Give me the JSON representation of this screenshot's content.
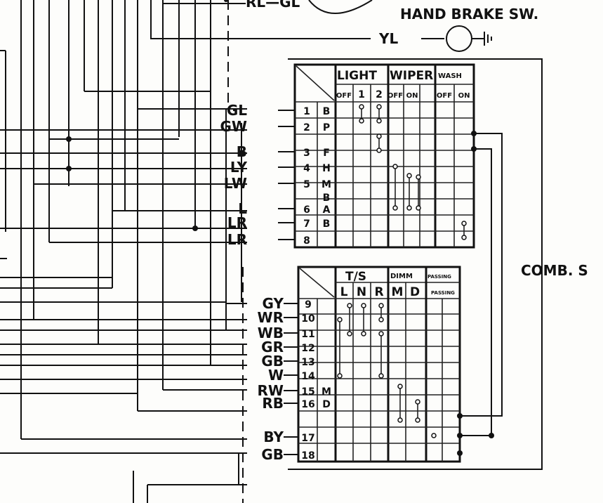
{
  "top": {
    "partial_label": "RL—GL",
    "hand_brake_label": "HAND BRAKE SW.",
    "hand_brake_wire": "YL"
  },
  "comb_switch_label": "COMB. S",
  "upper_table": {
    "headers": {
      "light": "LIGHT",
      "wiper": "WIPER",
      "wash": "WASH"
    },
    "subheaders": [
      "OFF",
      "1",
      "2",
      "OFF",
      "ON",
      "OFF",
      "ON"
    ],
    "rows": [
      {
        "wire": "GL",
        "num": "1",
        "code": "B"
      },
      {
        "wire": "GW",
        "num": "2",
        "code": "P"
      },
      {
        "wire": "B",
        "num": "3",
        "code": "F"
      },
      {
        "wire": "LY",
        "num": "4",
        "code": "H"
      },
      {
        "wire": "LW",
        "num": "5",
        "code": "M"
      },
      {
        "wire": "",
        "num": "",
        "code": "B"
      },
      {
        "wire": "L",
        "num": "6",
        "code": "A"
      },
      {
        "wire": "LR",
        "num": "7",
        "code": "B"
      },
      {
        "wire": "LR",
        "num": "8",
        "code": ""
      }
    ]
  },
  "lower_table": {
    "headers": {
      "ts": "T/S",
      "dimm": "DIMM",
      "passing": "PASSING"
    },
    "subheaders": [
      "L",
      "N",
      "R",
      "M",
      "D",
      "PASSING"
    ],
    "rows": [
      {
        "wire": "GY",
        "num": "9",
        "code": ""
      },
      {
        "wire": "WR",
        "num": "10",
        "code": ""
      },
      {
        "wire": "WB",
        "num": "11",
        "code": ""
      },
      {
        "wire": "GR",
        "num": "12",
        "code": ""
      },
      {
        "wire": "GB",
        "num": "13",
        "code": ""
      },
      {
        "wire": "W",
        "num": "14",
        "code": ""
      },
      {
        "wire": "RW",
        "num": "15",
        "code": "M"
      },
      {
        "wire": "RB",
        "num": "16",
        "code": "D"
      },
      {
        "wire": "BY",
        "num": "17",
        "code": ""
      },
      {
        "wire": "GB",
        "num": "18",
        "code": ""
      }
    ]
  }
}
